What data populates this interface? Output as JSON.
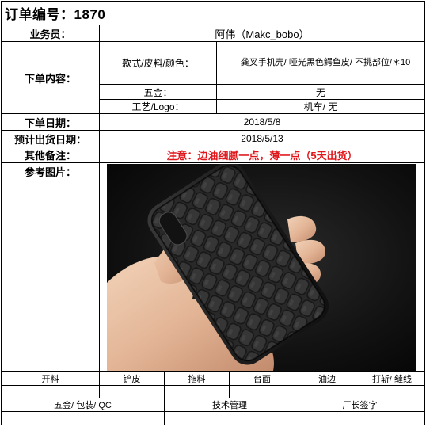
{
  "order": {
    "title": "订单编号：1870",
    "salesperson_label": "业务员：",
    "salesperson_value": "阿伟（Makc_bobo）",
    "content_label": "下单内容：",
    "style_label": "款式/皮料/颜色：",
    "style_value": "龚叉手机壳/ 哑光黑色鳄鱼皮/ 不挑部位/＊10",
    "hardware_label": "五金：",
    "hardware_value": "无",
    "craft_label": "工艺/Logo：",
    "craft_value": "机车/ 无",
    "order_date_label": "下单日期：",
    "order_date_value": "2018/5/8",
    "ship_date_label": "预计出货日期：",
    "ship_date_value": "2018/5/13",
    "notes_label": "其他备注：",
    "notes_value": "注意：边油细腻一点，薄一点（5天出货）",
    "ref_label": "参考图片："
  },
  "workflow": {
    "row1": [
      "开料",
      "铲皮",
      "拖料",
      "台面",
      "油边",
      "打斩/ 缝线"
    ],
    "row2": [
      "五金/ 包装/ QC",
      "技术管理",
      "厂长签字"
    ]
  },
  "colors": {
    "note_red": "#e0161b"
  }
}
